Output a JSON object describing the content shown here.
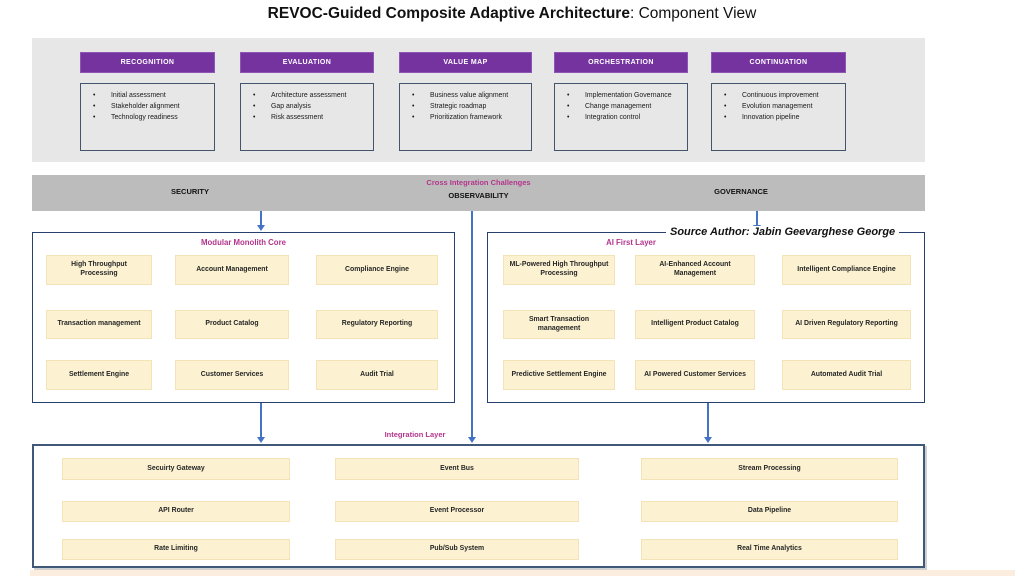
{
  "title": {
    "bold": "REVOC-Guided Composite Adaptive Architecture",
    "regular": ": Component View"
  },
  "phases": [
    {
      "label": "RECOGNITION",
      "items": [
        "Initial assessment",
        "Stakeholder alignment",
        "Technology readiness"
      ]
    },
    {
      "label": "EVALUATION",
      "items": [
        "Architecture assessment",
        "Gap analysis",
        "Risk assessment"
      ]
    },
    {
      "label": "VALUE MAP",
      "items": [
        "Business value alignment",
        "Strategic roadmap",
        "Prioritization framework"
      ]
    },
    {
      "label": "ORCHESTRATION",
      "items": [
        "Implementation Governance",
        "Change management",
        "Integration control"
      ]
    },
    {
      "label": "CONTINUATION",
      "items": [
        "Continuous improvement",
        "Evolution management",
        "Innovation pipeline"
      ]
    }
  ],
  "cross_band": {
    "title": "Cross Integration Challenges",
    "left": "SECURITY",
    "center": "OBSERVABILITY",
    "right": "GOVERNANCE"
  },
  "monolith": {
    "title": "Modular Monolith Core",
    "rows": [
      [
        "High Throughput Processing",
        "Account Management",
        "Compliance Engine"
      ],
      [
        "Transaction management",
        "Product Catalog",
        "Regulatory Reporting"
      ],
      [
        "Settlement Engine",
        "Customer Services",
        "Audit Trial"
      ]
    ]
  },
  "ai_layer": {
    "title": "AI First Layer",
    "source_author": "Source Author: Jabin Geevarghese George",
    "rows": [
      [
        "ML-Powered High Throughput  Processing",
        "AI-Enhanced Account Management",
        "Intelligent Compliance Engine"
      ],
      [
        "Smart Transaction management",
        "Intelligent Product Catalog",
        "AI Driven Regulatory Reporting"
      ],
      [
        "Predictive Settlement Engine",
        "AI Powered Customer Services",
        "Automated Audit Trial"
      ]
    ]
  },
  "integration": {
    "title": "Integration Layer",
    "rows": [
      [
        "Secuirty Gateway",
        "Event Bus",
        "Stream Processing"
      ],
      [
        "API Router",
        "Event Processor",
        "Data Pipeline"
      ],
      [
        "Rate Limiting",
        "Pub/Sub System",
        "Real Time Analytics"
      ]
    ]
  },
  "colors": {
    "phase_header_purple": "#7533a0",
    "top_band_gray": "#e8e7e7",
    "mid_band_gray": "#bcbcbc",
    "accent_magenta": "#b3358c",
    "cell_yellow": "#fcf2d2",
    "box_border_navy": "#28406e",
    "arrow_blue": "#4472c4",
    "bottom_strip_peach": "#fbeede"
  }
}
